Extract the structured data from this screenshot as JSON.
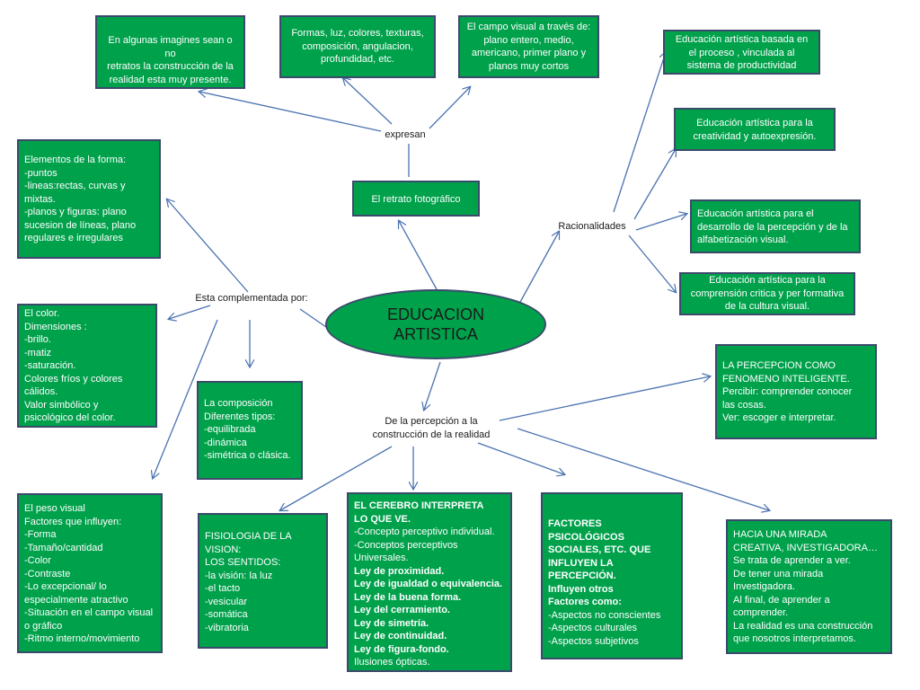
{
  "center": {
    "line1": "EDUCACION",
    "line2": "ARTISTICA"
  },
  "labels": {
    "expresan": "expresan",
    "complementada": "Esta complementada por:",
    "racionalidades": "Racionalidades",
    "percepcion_line1": "De la percepción a la",
    "percepcion_line2": "construcción de la realidad"
  },
  "retrato": "El retrato fotográfico",
  "top_boxes": {
    "imagenes": [
      "En algunas imagines sean o no",
      "retratos la construcción de la",
      "realidad esta muy presente."
    ],
    "formas": [
      "Formas, luz, colores, texturas,",
      "composición, angulacion,",
      "profundidad, etc."
    ],
    "campo": [
      "El campo visual a través de:",
      "plano entero, medio,",
      "americano, primer plano y",
      "planos muy cortos"
    ]
  },
  "racionalidades_boxes": {
    "proceso": [
      "Educación artística basada en",
      "el proceso , vinculada al",
      "sistema de productividad"
    ],
    "creatividad": [
      "Educación artística para la",
      "creatividad y autoexpresión."
    ],
    "percepcion": [
      "Educación artística para el",
      "desarrollo de la percepción y de la",
      "alfabetización visual."
    ],
    "comprension": [
      "Educación artística  para la",
      "comprensión critica y per formativa",
      "de la cultura visual."
    ]
  },
  "complement_boxes": {
    "elementos": [
      "Elementos de la forma:",
      "-puntos",
      "-lineas:rectas, curvas y",
      "mixtas.",
      "-planos y figuras: plano",
      "sucesion de líneas, plano",
      "regulares e irregulares"
    ],
    "color": [
      "El color.",
      "Dimensiones :",
      "-brillo.",
      "-matiz",
      "-saturación.",
      "Colores fríos y colores",
      "cálidos.",
      "Valor simbólico y",
      "psicológico del color."
    ],
    "composicion": [
      "La composición",
      "Diferentes tipos:",
      "-equilibrada",
      "-dinámica",
      "-simétrica o clásica."
    ],
    "peso": [
      "El peso visual",
      "Factores que influyen:",
      "-Forma",
      "-Tamaño/cantidad",
      "-Color",
      "-Contraste",
      "-Lo excepcional/ lo",
      "especialmente atractivo",
      "-Situación en el campo visual",
      "o gráfico",
      "-Ritmo interno/movimiento"
    ]
  },
  "percepcion_boxes": {
    "fenomeno": [
      "LA PERCEPCION COMO",
      "FENOMENO INTELIGENTE.",
      "Percibir: comprender conocer",
      "las cosas.",
      "Ver: escoger e interpretar."
    ],
    "fisiologia": [
      "FISIOLOGIA DE LA",
      "VISION:",
      "LOS SENTIDOS:",
      "-la visión: la luz",
      "-el tacto",
      "-vesicular",
      "-somática",
      "-vibratoria"
    ],
    "cerebro": [
      "EL CEREBRO INTERPRETA",
      "LO QUE VE.",
      "-Concepto perceptivo individual.",
      "-Conceptos perceptivos",
      "Universales.",
      "Ley de proximidad.",
      "Ley de igualdad o equivalencia.",
      "Ley de la buena forma.",
      "Ley del cerramiento.",
      "Ley de simetría.",
      "Ley de continuidad.",
      "Ley de figura-fondo.",
      "Ilusiones ópticas."
    ],
    "factores": [
      "FACTORES PSICOLÓGICOS",
      "SOCIALES, ETC. QUE",
      "INFLUYEN LA",
      "PERCEPCIÓN.",
      "Influyen otros",
      "Factores como:",
      "-Aspectos no conscientes",
      "-Aspectos culturales",
      "-Aspectos subjetivos"
    ],
    "mirada": [
      "HACIA UNA MIRADA",
      "CREATIVA, INVESTIGADORA…",
      "Se trata de aprender a ver.",
      "De tener una mirada",
      "Investigadora.",
      "Al final, de aprender a",
      "comprender.",
      "La realidad es una construcción",
      "que nosotros interpretamos."
    ]
  }
}
